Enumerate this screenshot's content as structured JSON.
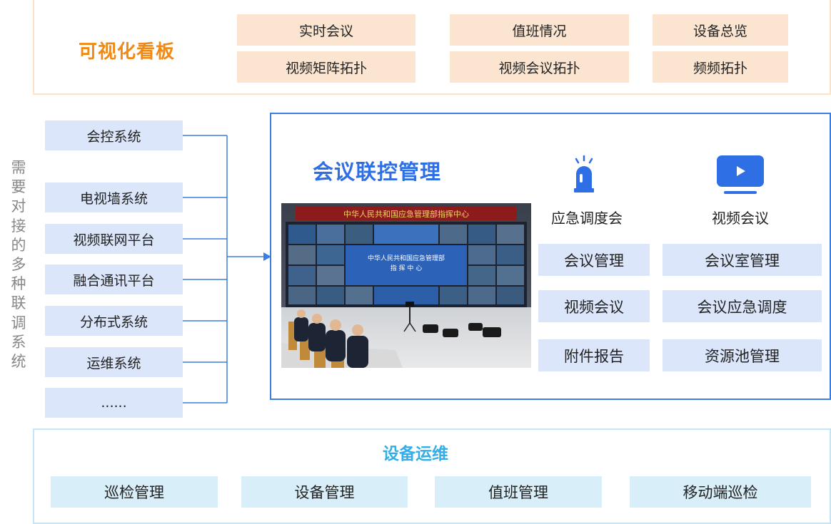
{
  "top": {
    "title": "可视化看板",
    "items": [
      "实时会议",
      "值班情况",
      "设备总览",
      "视频矩阵拓扑",
      "视频会议拓扑",
      "频频拓扑"
    ]
  },
  "left": {
    "vertical_label": "需要对接的多种联调系统",
    "systems": [
      "会控系统",
      "电视墙系统",
      "视频联网平台",
      "融合通讯平台",
      "分布式系统",
      "运维系统",
      "......"
    ]
  },
  "main": {
    "title": "会议联控管理",
    "photo": {
      "banner": "中华人民共和国应急管理部指挥中心",
      "screen_title_line1": "中华人民共和国应急管理部",
      "screen_title_line2": "指 挥 中 心"
    },
    "categories": [
      {
        "label": "应急调度会",
        "icon": "alarm-light-icon",
        "items": [
          "会议管理",
          "视频会议",
          "附件报告"
        ]
      },
      {
        "label": "视频会议",
        "icon": "video-play-icon",
        "items": [
          "会议室管理",
          "会议应急调度",
          "资源池管理"
        ]
      }
    ]
  },
  "bottom": {
    "title": "设备运维",
    "items": [
      "巡检管理",
      "设备管理",
      "值班管理",
      "移动端巡检"
    ]
  },
  "colors": {
    "orange_accent": "#f08a14",
    "blue_accent": "#2e6fe6",
    "cyan_accent": "#34aee8",
    "peach_fill": "#fbe5d1",
    "blue_fill": "#dbe6fb",
    "cyan_fill": "#d8eef9"
  }
}
